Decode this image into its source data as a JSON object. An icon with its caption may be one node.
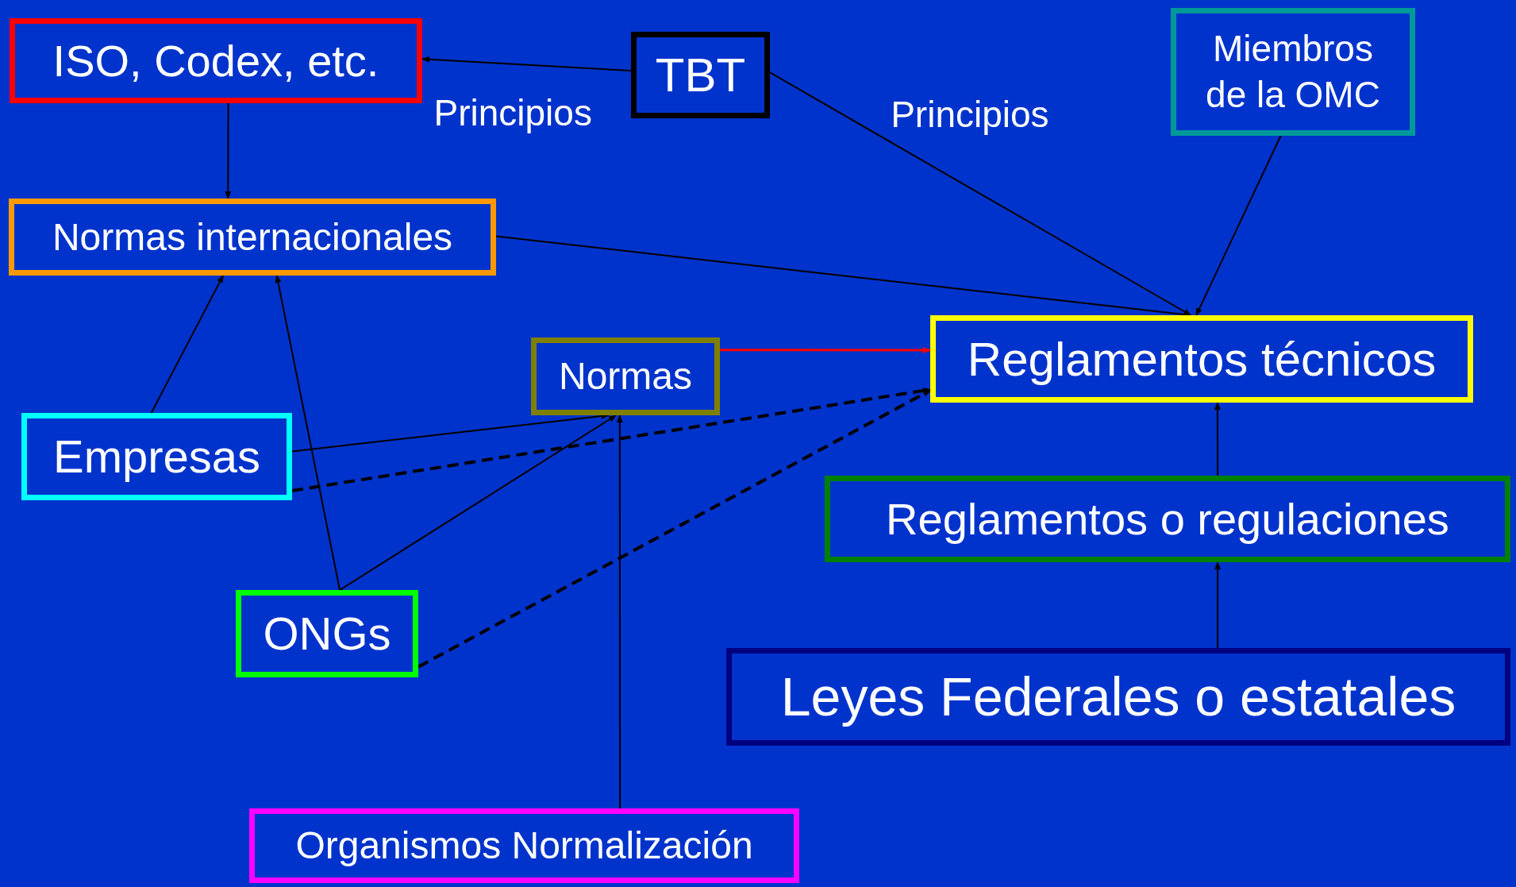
{
  "diagram": {
    "nodes": [
      {
        "text": [
          "ISO, Codex, etc."
        ]
      },
      {
        "text": [
          "TBT"
        ]
      },
      {
        "text": [
          "Miembros de la OMC"
        ]
      },
      {
        "text": [
          "Normas internacionales"
        ]
      },
      {
        "text": [
          "Normas"
        ]
      },
      {
        "text": [
          "Reglamentos técnicos"
        ]
      },
      {
        "text": [
          "Empresas"
        ]
      },
      {
        "text": [
          "Reglamentos o regulaciones"
        ]
      },
      {
        "text": [
          "ONGs"
        ]
      },
      {
        "text": [
          "Leyes Federales o estatales"
        ]
      },
      {
        "text": [
          "Organismos Normalización"
        ]
      }
    ],
    "edges": [
      {
        "from": 1,
        "to": 0,
        "arrow": "to",
        "label": "Principios"
      },
      {
        "from": 1,
        "to": 5,
        "arrow": "to",
        "label": "Principios"
      },
      {
        "from": 2,
        "to": 5,
        "arrow": "to"
      },
      {
        "from": 0,
        "to": 3,
        "arrow": "to"
      },
      {
        "from": 3,
        "to": 5,
        "arrow": "to"
      },
      {
        "from": 6,
        "to": 3,
        "arrow": "to"
      },
      {
        "from": 8,
        "to": 3,
        "arrow": "to"
      },
      {
        "from": 6,
        "to": 4,
        "arrow": "to"
      },
      {
        "from": 8,
        "to": 4,
        "arrow": "to"
      },
      {
        "from": 10,
        "to": 4,
        "arrow": "to"
      },
      {
        "from": 4,
        "to": 5,
        "arrow": "to",
        "color": "#ff0000"
      },
      {
        "from": 6,
        "to": 5,
        "arrow": "to",
        "style": "dashed"
      },
      {
        "from": 8,
        "to": 5,
        "arrow": "to",
        "style": "dashed"
      },
      {
        "from": 7,
        "to": 5,
        "arrow": "to"
      },
      {
        "from": 9,
        "to": 7,
        "arrow": "to"
      }
    ]
  }
}
